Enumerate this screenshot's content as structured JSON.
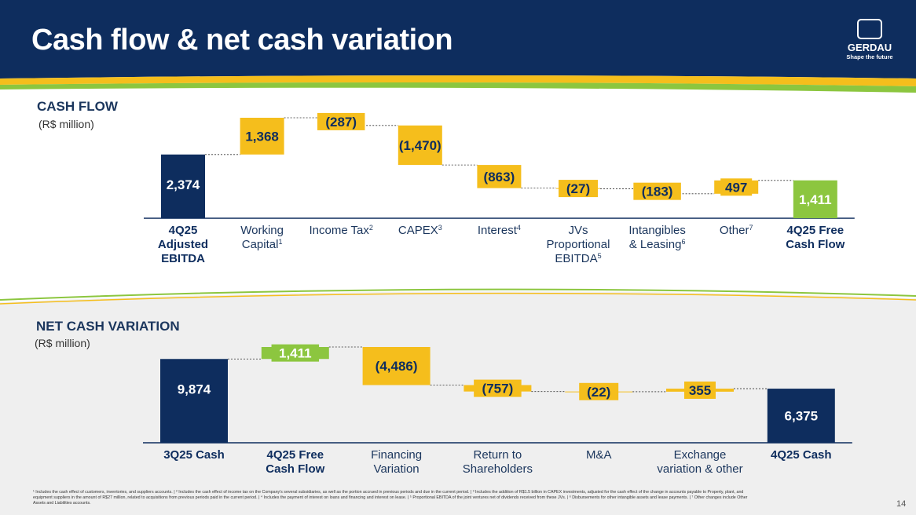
{
  "header": {
    "title": "Cash flow & net cash variation"
  },
  "logo": {
    "name": "GERDAU",
    "tagline": "Shape the future"
  },
  "colors": {
    "navy": "#0e2d5e",
    "yellow": "#f5be1c",
    "green": "#8cc63f",
    "label": "#1b365d",
    "text_dark": "#0e2d5e"
  },
  "cash_flow": {
    "title": "CASH FLOW",
    "unit": "(R$ million)"
  },
  "net_cash": {
    "title": "NET CASH VARIATION",
    "unit": "(R$ million)"
  },
  "chart_data": [
    {
      "type": "bar",
      "subtype": "waterfall",
      "title": "CASH FLOW",
      "unit": "(R$ million)",
      "steps": [
        {
          "label": "4Q25\nAdjusted\nEBITDA",
          "display": "2,374",
          "value": 2374,
          "kind": "total",
          "color": "navy",
          "bold": true
        },
        {
          "label": "Working\nCapital",
          "sup": "1",
          "display": "1,368",
          "value": 1368,
          "kind": "delta",
          "color": "yellow"
        },
        {
          "label": "Income Tax",
          "sup": "2",
          "display": "(287)",
          "value": -287,
          "kind": "delta",
          "color": "yellow"
        },
        {
          "label": "CAPEX",
          "sup": "3",
          "display": "(1,470)",
          "value": -1470,
          "kind": "delta",
          "color": "yellow"
        },
        {
          "label": "Interest",
          "sup": "4",
          "display": "(863)",
          "value": -863,
          "kind": "delta",
          "color": "yellow"
        },
        {
          "label": "JVs\nProportional\nEBITDA",
          "sup": "5",
          "display": "(27)",
          "value": -27,
          "kind": "delta",
          "color": "yellow"
        },
        {
          "label": "Intangibles\n& Leasing",
          "sup": "6",
          "display": "(183)",
          "value": -183,
          "kind": "delta",
          "color": "yellow"
        },
        {
          "label": "Other",
          "sup": "7",
          "display": "497",
          "value": 497,
          "kind": "delta",
          "color": "yellow"
        },
        {
          "label": "4Q25 Free\nCash Flow",
          "display": "1,411",
          "value": 1411,
          "kind": "total",
          "color": "green",
          "bold": true
        }
      ]
    },
    {
      "type": "bar",
      "subtype": "waterfall",
      "title": "NET CASH VARIATION",
      "unit": "(R$ million)",
      "steps": [
        {
          "label": "3Q25 Cash",
          "display": "9,874",
          "value": 9874,
          "kind": "total",
          "color": "navy",
          "bold": true
        },
        {
          "label": "4Q25 Free\nCash Flow",
          "display": "1,411",
          "value": 1411,
          "kind": "delta",
          "color": "green",
          "bold": true
        },
        {
          "label": "Financing\nVariation",
          "display": "(4,486)",
          "value": -4486,
          "kind": "delta",
          "color": "yellow"
        },
        {
          "label": "Return to\nShareholders",
          "display": "(757)",
          "value": -757,
          "kind": "delta",
          "color": "yellow"
        },
        {
          "label": "M&A",
          "display": "(22)",
          "value": -22,
          "kind": "delta",
          "color": "yellow"
        },
        {
          "label": "Exchange\nvariation & other",
          "display": "355",
          "value": 355,
          "kind": "delta",
          "color": "yellow"
        },
        {
          "label": "4Q25 Cash",
          "display": "6,375",
          "value": 6375,
          "kind": "total",
          "color": "navy",
          "bold": true
        }
      ]
    }
  ],
  "footnote": "¹ Includes the cash effect of customers, inventories, and suppliers accounts. | ² Includes the cash effect of income tax on the Company's several subsidiaries, as well as the portion accrued in previous periods and due in the current period. | ³ Includes the addition of R$1.5 billion in CAPEX investments, adjusted for the cash effect of the change in accounts payable to Property, plant, and equipment suppliers in the amount of R$27 million, related to acquisitions from previous periods paid in the current period. | ⁴ Includes the payment of interest on loans and financing and interest on lease. | ⁵ Proportional EBITDA of the joint ventures net of dividends received from these JVs. | ⁶ Disbursements for other intangible assets and lease payments. | ⁷ Other changes include Other Assets and Liabilities accounts.",
  "page_number": "14"
}
